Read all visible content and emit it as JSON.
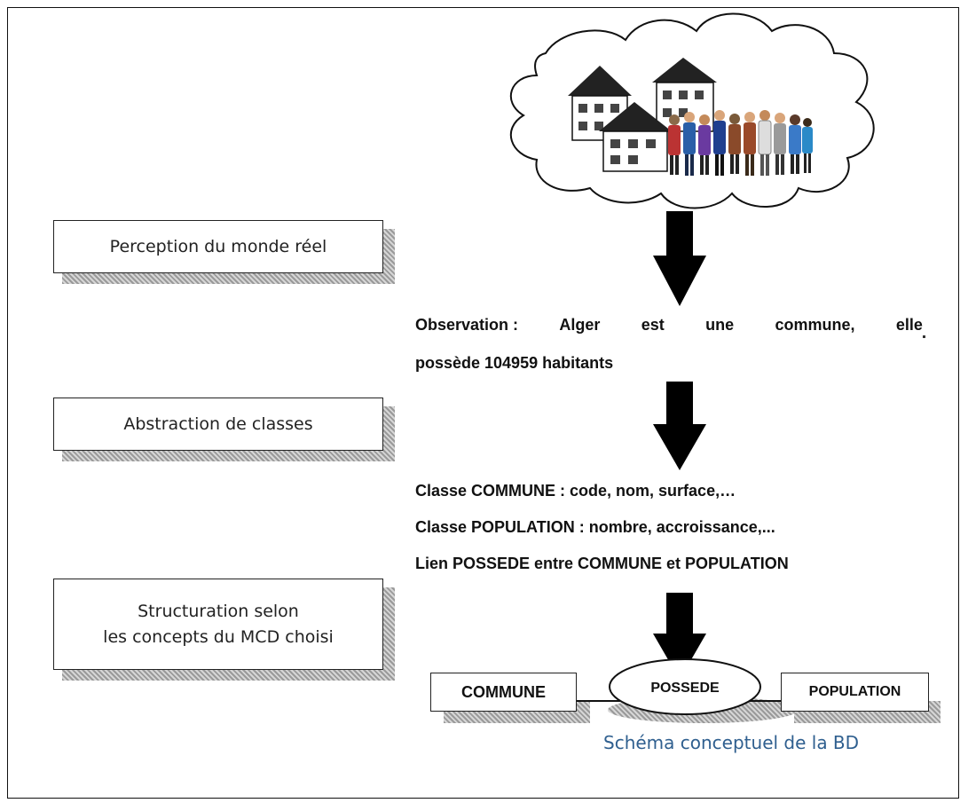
{
  "steps": [
    {
      "lines": [
        "Perception du monde réel"
      ]
    },
    {
      "lines": [
        "Abstraction de classes"
      ]
    },
    {
      "lines": [
        "Structuration selon",
        "les concepts du MCD choisi"
      ]
    }
  ],
  "observation": {
    "words": [
      "Observation :",
      "Alger",
      "est",
      "une",
      "commune,",
      "elle"
    ],
    "line2": "possède 104959 habitants"
  },
  "classes": [
    "Classe COMMUNE : code, nom, surface,…",
    "Classe POPULATION : nombre, accroissance,...",
    "Lien POSSEDE entre COMMUNE et POPULATION"
  ],
  "schema": {
    "entity_left": "COMMUNE",
    "relation": "POSSEDE",
    "entity_right": "POPULATION",
    "caption": "Schéma conceptuel de la BD"
  },
  "illustration": {
    "icon": "city-and-people-cloud-icon"
  },
  "colors": {
    "caption": "#2f5f8f",
    "ink": "#111111"
  }
}
